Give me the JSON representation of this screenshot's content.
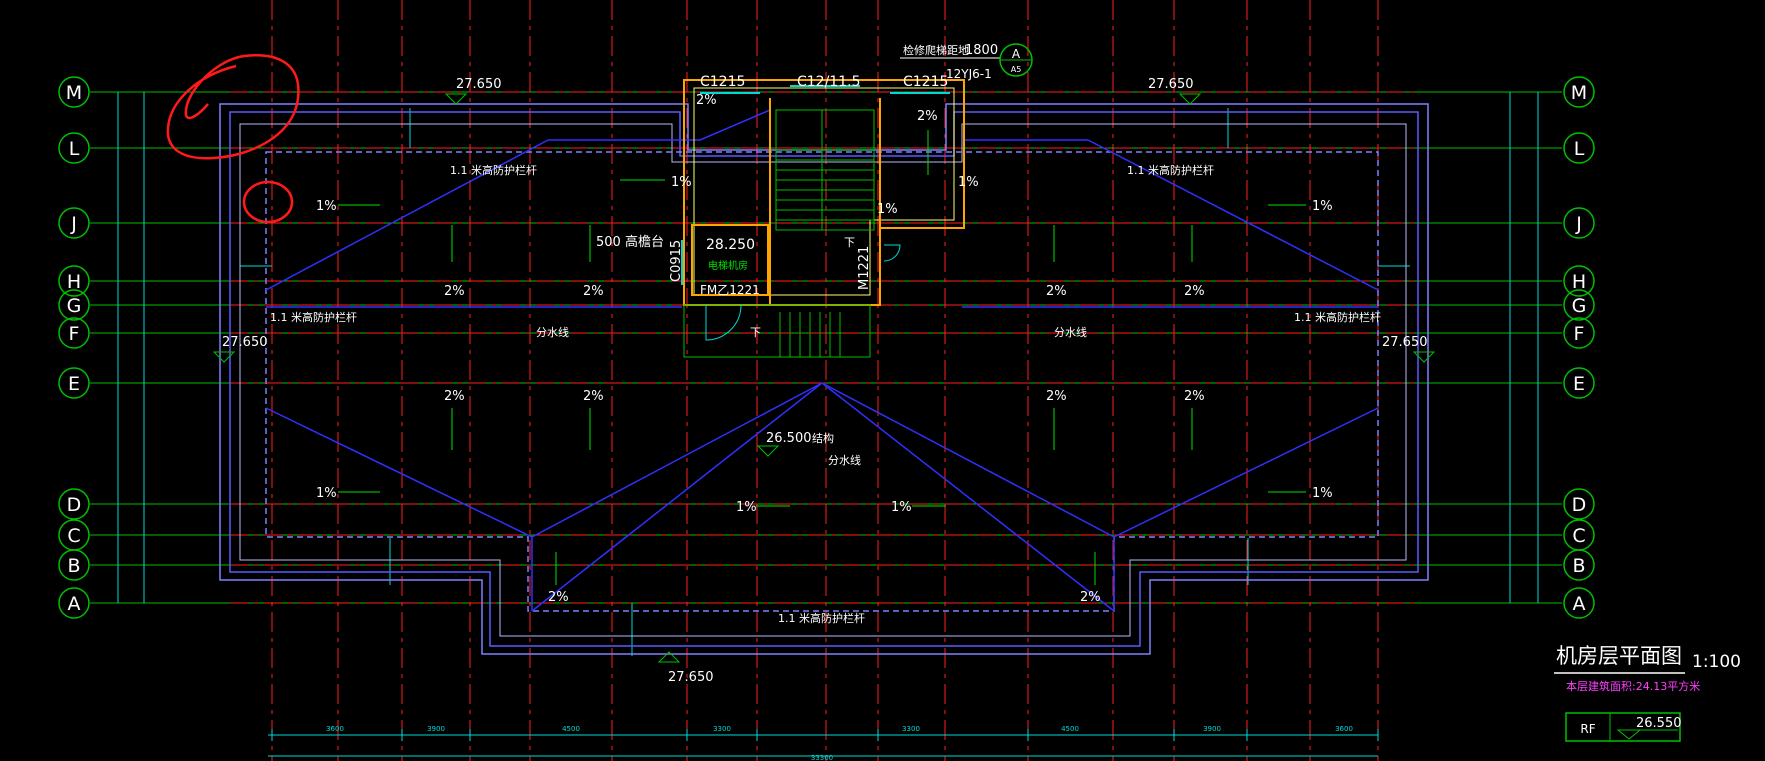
{
  "drawing": {
    "title": "机房层平面图",
    "scale": "1:100",
    "area_note": "本层建筑面积:24.13平方米",
    "level_tag": "RF",
    "level_value": "26.550",
    "grid_labels": [
      "M",
      "L",
      "J",
      "H",
      "G",
      "F",
      "E",
      "D",
      "C",
      "B",
      "A"
    ],
    "top_annotation": "检修爬梯距地",
    "top_annotation_value": "1800",
    "detail_letter": "A",
    "detail_sheet": "A5",
    "detail_ref": "12YJ6-1",
    "windows": {
      "left": "C1215",
      "middle": "C12/11.5",
      "right": "C1215",
      "small": "C0915"
    },
    "doors": {
      "right": "M1221",
      "fire": "FM乙1221"
    },
    "stair_down": "下",
    "room_label": "电梯机房",
    "room_level": "28.250",
    "platform_note": "500 高檐台",
    "elevations": {
      "roof": "27.650",
      "structure": "26.500",
      "structure_label": "结构"
    },
    "railing_label": "1.1 米高防护栏杆",
    "divide_label": "分水线",
    "slope_1": "1%",
    "slope_2": "2%",
    "bottom_dims": [
      "3600",
      "3900",
      "4500",
      "3300",
      "3300",
      "4500",
      "3900",
      "3600"
    ],
    "total_dim": "33300"
  },
  "colors": {
    "background": "#000000",
    "grid_axis": "#ff2020",
    "grid_green": "#00c000",
    "roof_outline": "#7070ff",
    "slope_lines": "#3030ff",
    "dimension": "#00d8d8",
    "walls": "#ffa500",
    "text_white": "#ffffff",
    "annotation_magenta": "#ff40ff",
    "markup_red": "#ff1a1a"
  }
}
